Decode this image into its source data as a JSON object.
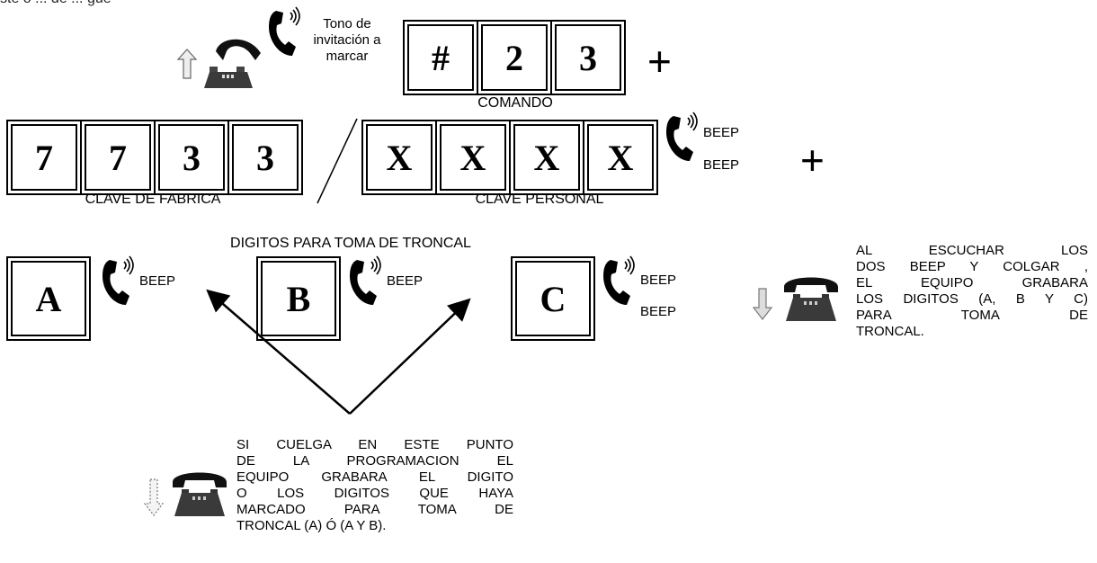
{
  "top_fragment": "ste o ... de ... gue",
  "dial_tone": [
    "Tono de",
    "invitación a",
    "marcar"
  ],
  "command": {
    "keys": [
      "#",
      "2",
      "3"
    ],
    "label": "COMANDO"
  },
  "plus": "+",
  "factory_code": {
    "keys": [
      "7",
      "7",
      "3",
      "3"
    ],
    "label": "CLAVE DE FABRICA"
  },
  "slash": "/",
  "personal_code": {
    "keys": [
      "X",
      "X",
      "X",
      "X"
    ],
    "label": "CLAVE PERSONAL"
  },
  "beep": "BEEP",
  "trunk_title": "DIGITOS PARA TOMA DE TRONCAL",
  "trunk_keys": [
    "A",
    "B",
    "C"
  ],
  "right_note": [
    "AL ESCUCHAR LOS",
    "DOS BEEP Y COLGAR ,",
    "EL EQUIPO GRABARA",
    "LOS DIGITOS (A, B Y C)",
    "PARA TOMA DE",
    "TRONCAL."
  ],
  "bottom_note": [
    "SI CUELGA EN ESTE PUNTO",
    "DE LA PROGRAMACION EL",
    "EQUIPO GRABARA EL DIGITO",
    "O LOS DIGITOS QUE HAYA",
    "MARCADO PARA TOMA DE",
    "TRONCAL (A) Ó (A Y B)."
  ],
  "icons": [
    "arrow-up-icon",
    "desk-phone-icon",
    "handset-ringing-icon",
    "arrow-down-icon",
    "phone-hung-up-icon"
  ]
}
